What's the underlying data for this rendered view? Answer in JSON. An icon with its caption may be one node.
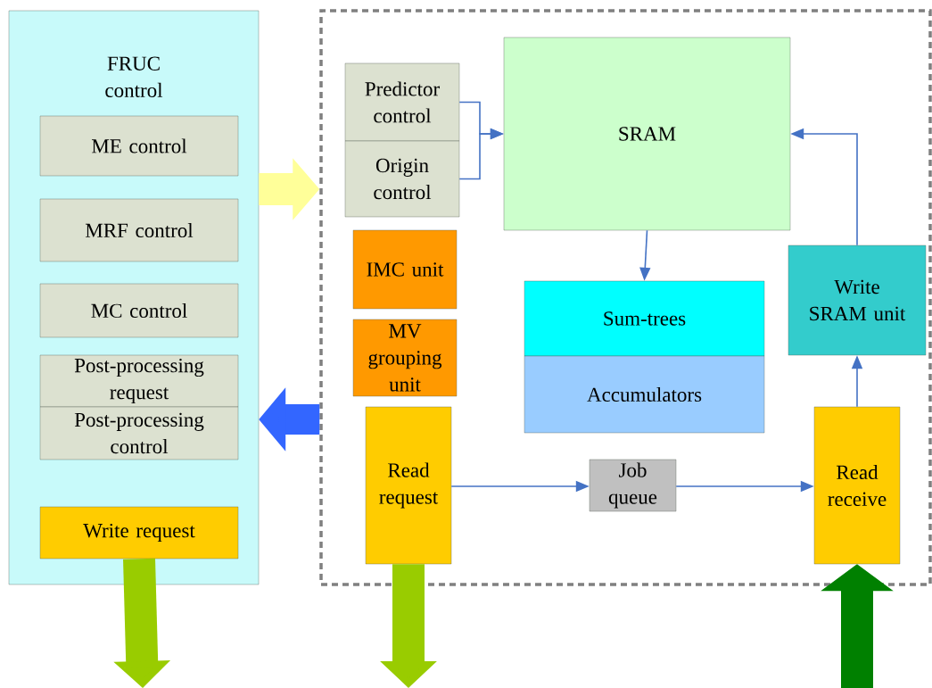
{
  "diagram": {
    "nodes": [
      {
        "text": [
          "FRUC control"
        ]
      },
      {
        "text": [
          "ME control"
        ],
        "in": 0
      },
      {
        "text": [
          "MRF control"
        ],
        "in": 0
      },
      {
        "text": [
          "MC control"
        ],
        "in": 0
      },
      {
        "text": [
          "Post-processing request"
        ],
        "in": 0
      },
      {
        "text": [
          "Post-processing control"
        ],
        "in": 0
      },
      {
        "text": [
          "Write request"
        ],
        "in": 0
      },
      {
        "text": [],
        "shape": "box"
      },
      {
        "text": [
          "Predictor control"
        ],
        "in": 7
      },
      {
        "text": [
          "Origin control"
        ],
        "in": 7
      },
      {
        "text": [
          "SRAM"
        ],
        "in": 7
      },
      {
        "text": [
          "IMC unit"
        ],
        "in": 7
      },
      {
        "text": [
          "MV grouping unit"
        ],
        "in": 7
      },
      {
        "text": [
          "Sum-trees"
        ],
        "in": 7
      },
      {
        "text": [
          "Accumulators"
        ],
        "in": 7
      },
      {
        "text": [
          "Write SRAM unit"
        ],
        "in": 7
      },
      {
        "text": [
          "Read request"
        ],
        "in": 7
      },
      {
        "text": [
          "Job queue"
        ],
        "in": 7
      },
      {
        "text": [
          "Read receive"
        ],
        "in": 7
      }
    ],
    "edges": [
      {
        "from": 0,
        "to": 7,
        "arrow": "to",
        "style": "thick",
        "color": "#ffff99"
      },
      {
        "from": 7,
        "to": 0,
        "arrow": "to",
        "style": "thick",
        "color": "#3366ff"
      },
      {
        "from": 6,
        "to": null,
        "arrow": "to",
        "style": "thick",
        "color": "#99cc00"
      },
      {
        "from": 16,
        "to": null,
        "arrow": "to",
        "style": "thick",
        "color": "#99cc00"
      },
      {
        "from": null,
        "to": 18,
        "arrow": "to",
        "style": "thick",
        "color": "#008000"
      },
      {
        "from": 8,
        "to": 10,
        "arrow": "to"
      },
      {
        "from": 9,
        "to": 10,
        "arrow": "to"
      },
      {
        "from": 10,
        "to": 13,
        "arrow": "to"
      },
      {
        "from": 16,
        "to": 17,
        "arrow": "to"
      },
      {
        "from": 17,
        "to": 18,
        "arrow": "to"
      },
      {
        "from": 18,
        "to": 15,
        "arrow": "to"
      },
      {
        "from": 15,
        "to": 10,
        "arrow": "to"
      }
    ]
  }
}
